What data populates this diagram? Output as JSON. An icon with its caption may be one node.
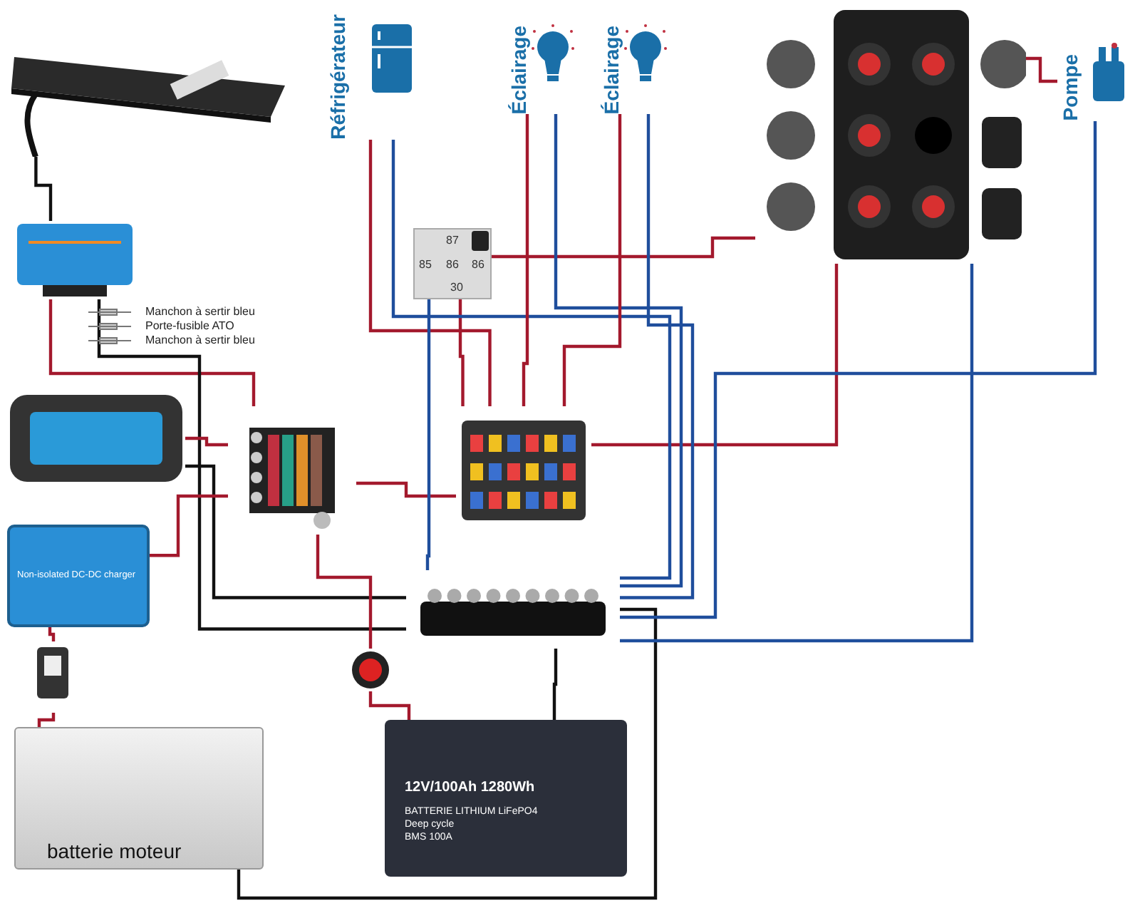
{
  "diagram": {
    "nodes": [
      {
        "text": [
          "Réfrigérateur"
        ]
      },
      {
        "text": [
          "Éclairage"
        ]
      },
      {
        "text": [
          "Éclairage"
        ]
      },
      {
        "text": [
          "Pompe"
        ]
      },
      {
        "text": [],
        "shape": "picture"
      },
      {
        "text": [
          "87",
          "85",
          "86",
          "86",
          "30"
        ]
      },
      {
        "text": [],
        "shape": "picture"
      },
      {
        "text": [],
        "shape": "picture"
      },
      {
        "text": [],
        "shape": "picture"
      },
      {
        "text": [
          "Non-isolated DC-DC charger"
        ]
      },
      {
        "text": [],
        "shape": "picture"
      },
      {
        "text": [],
        "shape": "picture"
      },
      {
        "text": [],
        "shape": "bar"
      },
      {
        "text": [],
        "shape": "picture"
      },
      {
        "text": [],
        "shape": "picture"
      },
      {
        "text": [
          "batterie moteur"
        ]
      },
      {
        "text": [
          "12V/100Ah 1280Wh",
          "BATTERIE LITHIUM LiFePO4",
          "Deep cycle",
          "BMS 100A"
        ]
      }
    ],
    "edges": [
      {
        "from": 6,
        "to": 7,
        "arrow": "none",
        "color": "#111111"
      },
      {
        "from": 7,
        "to": 10,
        "arrow": "none"
      },
      {
        "from": 7,
        "to": 12,
        "arrow": "none",
        "color": "#111111"
      },
      {
        "from": 8,
        "to": 10,
        "arrow": "none"
      },
      {
        "from": 8,
        "to": 12,
        "arrow": "none",
        "color": "#111111"
      },
      {
        "from": 9,
        "to": 10,
        "arrow": "none"
      },
      {
        "from": 9,
        "to": 14,
        "arrow": "none"
      },
      {
        "from": 14,
        "to": 15,
        "arrow": "none"
      },
      {
        "from": 15,
        "to": 12,
        "arrow": "none",
        "color": "#111111"
      },
      {
        "from": 10,
        "to": 13,
        "arrow": "none"
      },
      {
        "from": 13,
        "to": 16,
        "arrow": "none"
      },
      {
        "from": 16,
        "to": 12,
        "arrow": "none",
        "color": "#111111"
      },
      {
        "from": 10,
        "to": 11,
        "arrow": "none"
      },
      {
        "from": 11,
        "to": 5,
        "arrow": "none"
      },
      {
        "from": 5,
        "to": 4,
        "arrow": "none"
      },
      {
        "from": 11,
        "to": 4,
        "arrow": "none"
      },
      {
        "from": 12,
        "to": 4,
        "arrow": "none",
        "color": "#1f4e9c"
      },
      {
        "from": 11,
        "to": 0,
        "arrow": "none"
      },
      {
        "from": 12,
        "to": 0,
        "arrow": "none",
        "color": "#1f4e9c"
      },
      {
        "from": 11,
        "to": 1,
        "arrow": "none"
      },
      {
        "from": 12,
        "to": 1,
        "arrow": "none",
        "color": "#1f4e9c"
      },
      {
        "from": 11,
        "to": 2,
        "arrow": "none"
      },
      {
        "from": 12,
        "to": 2,
        "arrow": "none",
        "color": "#1f4e9c"
      },
      {
        "from": 4,
        "to": 3,
        "arrow": "none"
      },
      {
        "from": 12,
        "to": 3,
        "arrow": "none",
        "color": "#1f4e9c"
      },
      {
        "from": 5,
        "to": 12,
        "arrow": "none",
        "color": "#1f4e9c"
      }
    ],
    "labels": [
      "Manchon à sertir bleu",
      "Porte-fusible ATO",
      "Manchon à sertir bleu"
    ]
  }
}
